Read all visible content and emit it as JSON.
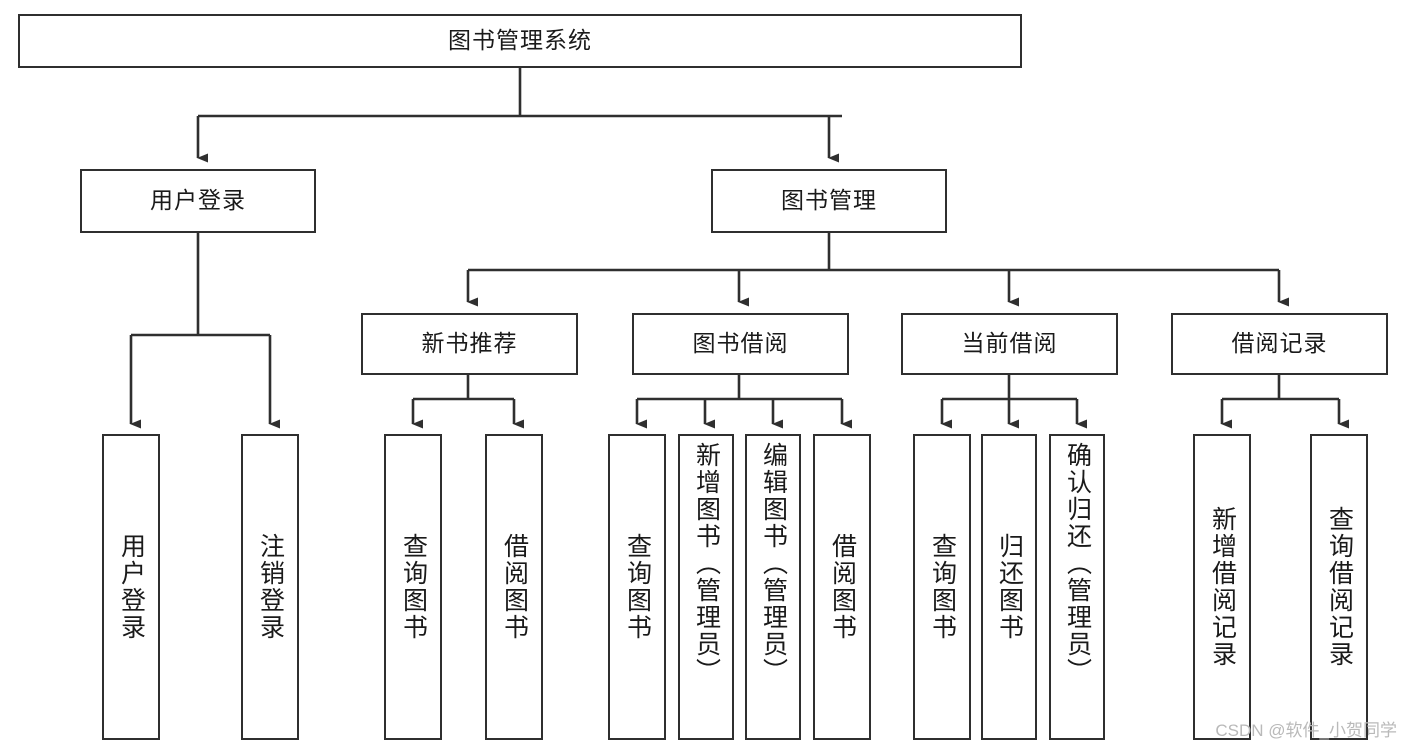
{
  "diagram": {
    "title": "图书管理系统",
    "type": "hierarchy-tree",
    "stroke_color": "#2f2f2f",
    "background_color": "#ffffff",
    "text_color": "#1a1a1a"
  },
  "root": {
    "label": "图书管理系统"
  },
  "level2": [
    {
      "label": "用户登录"
    },
    {
      "label": "图书管理"
    }
  ],
  "level3": [
    {
      "label": "新书推荐"
    },
    {
      "label": "图书借阅"
    },
    {
      "label": "当前借阅"
    },
    {
      "label": "借阅记录"
    }
  ],
  "leaves": {
    "user_login": [
      {
        "label": "用户登录"
      },
      {
        "label": "注销登录"
      }
    ],
    "new_book_recommend": [
      {
        "label": "查询图书"
      },
      {
        "label": "借阅图书"
      }
    ],
    "book_borrow": [
      {
        "label": "查询图书"
      },
      {
        "label": "新增图书（管理员）"
      },
      {
        "label": "编辑图书（管理员）"
      },
      {
        "label": "借阅图书"
      }
    ],
    "current_borrow": [
      {
        "label": "查询图书"
      },
      {
        "label": "归还图书"
      },
      {
        "label": "确认归还（管理员）"
      }
    ],
    "borrow_record": [
      {
        "label": "新增借阅记录"
      },
      {
        "label": "查询借阅记录"
      }
    ]
  },
  "watermark": {
    "text": "CSDN @软件_小贺同学"
  }
}
